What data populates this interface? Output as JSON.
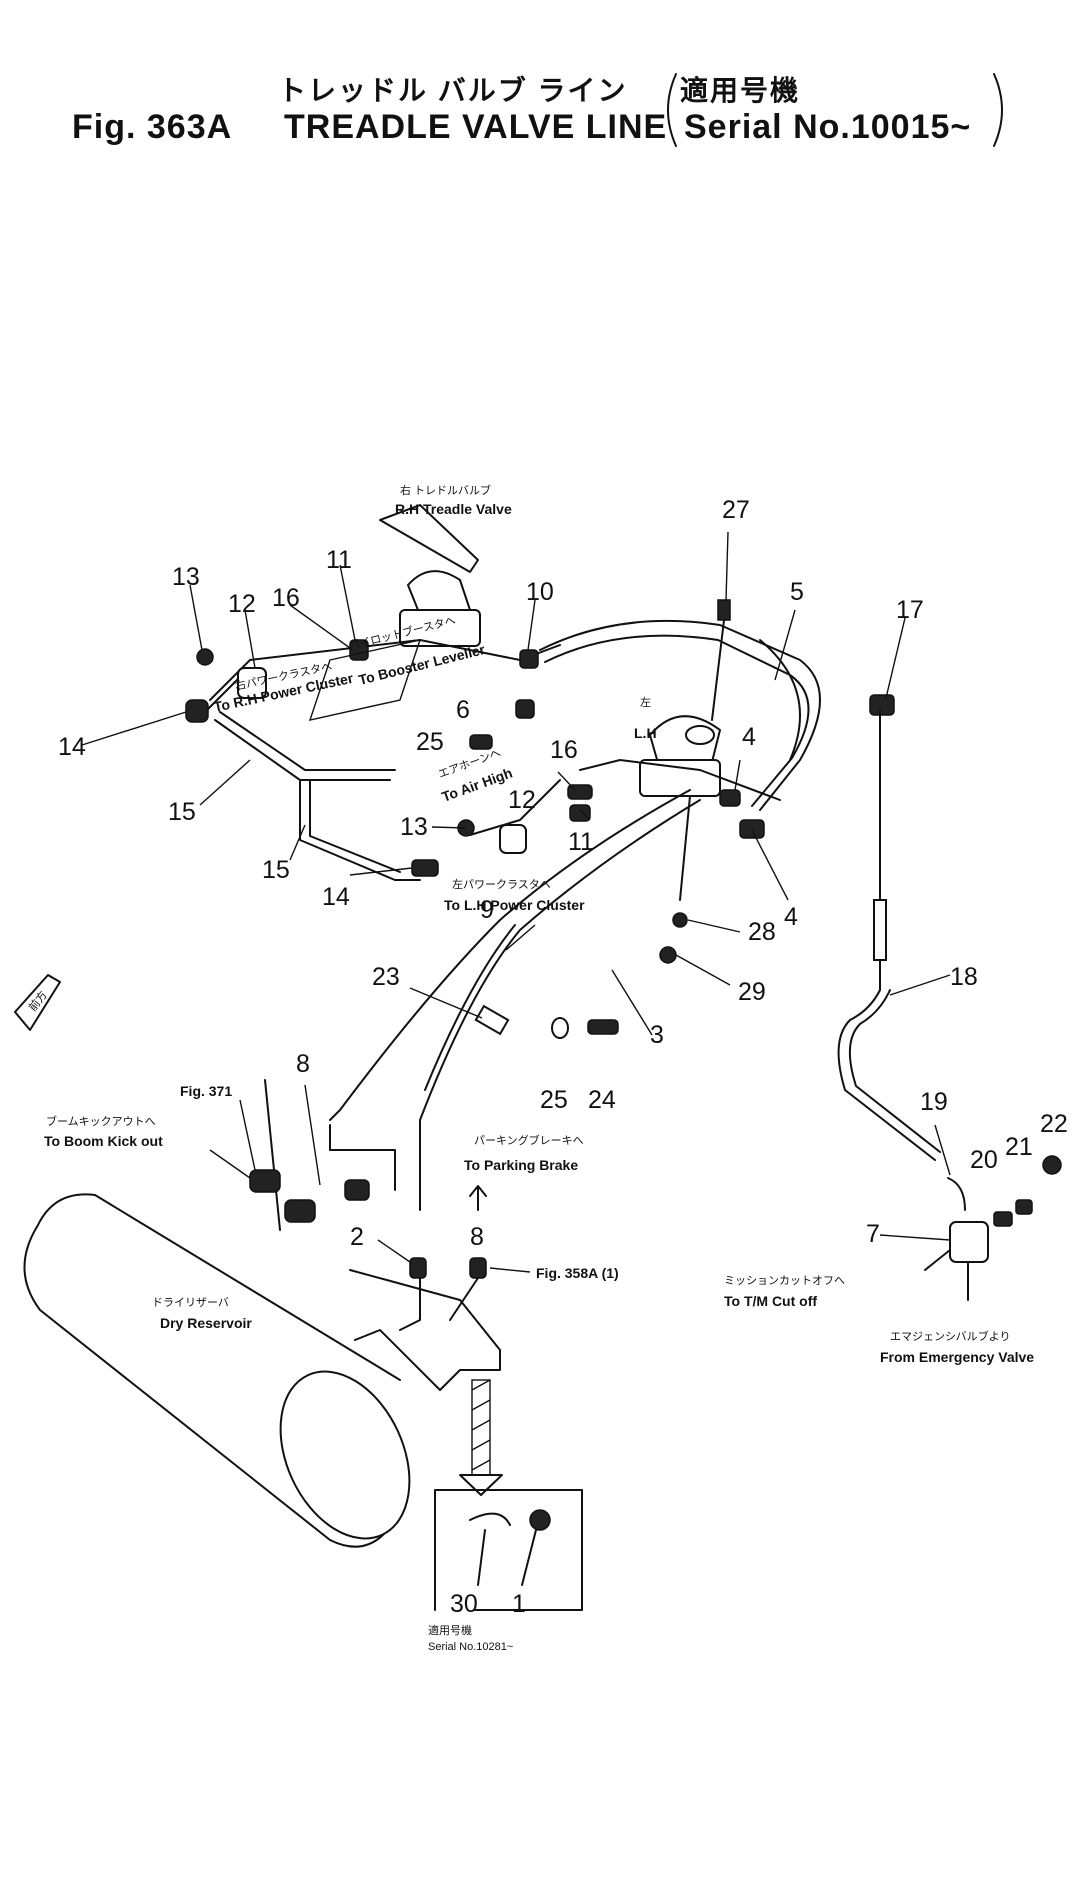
{
  "title": {
    "jp_line": "トレッドル バルブ ライン",
    "jp_serial": "適用号機",
    "fig": "Fig. 363A",
    "en_line": "TREADLE VALVE LINE",
    "serial": "Serial No.10015~"
  },
  "labels": {
    "rh_valve_jp": "右 トレドルバルブ",
    "rh_valve": "R.H Treadle Valve",
    "lh_jp": "左",
    "lh": "L.H",
    "rh_power_cluster_jp": "右パワークラスタへ",
    "rh_power_cluster": "To R.H Power Cluster",
    "booster_leveller_jp": "パイロットブースタへ",
    "booster_leveller": "To Booster Leveller",
    "air_high_jp": "エアホーンへ",
    "air_high": "To Air High",
    "lh_power_cluster_jp": "左パワークラスタへ",
    "lh_power_cluster": "To L.H Power Cluster",
    "fig371": "Fig. 371",
    "boom_kickout_jp": "ブームキックアウトへ",
    "boom_kickout": "To Boom Kick out",
    "parking_brake_jp": "パーキングブレーキへ",
    "parking_brake": "To Parking Brake",
    "fig358": "Fig. 358A (1)",
    "dry_reservoir_jp": "ドライリザーバ",
    "dry_reservoir": "Dry Reservoir",
    "tm_cutoff_jp": "ミッションカットオフへ",
    "tm_cutoff": "To T/M Cut off",
    "emergency_jp": "エマジェンシバルブより",
    "emergency": "From Emergency Valve",
    "front_jp": "前方",
    "inset_jp": "適用号機",
    "inset_serial": "Serial No.10281~"
  },
  "part_numbers": {
    "n1": "1",
    "n2": "2",
    "n3": "3",
    "n4a": "4",
    "n4b": "4",
    "n5": "5",
    "n6": "6",
    "n7": "7",
    "n8a": "8",
    "n8b": "8",
    "n9": "9",
    "n10": "10",
    "n11a": "11",
    "n11b": "11",
    "n12a": "12",
    "n12b": "12",
    "n13a": "13",
    "n13b": "13",
    "n14a": "14",
    "n14b": "14",
    "n15a": "15",
    "n15b": "15",
    "n16a": "16",
    "n16b": "16",
    "n17": "17",
    "n18": "18",
    "n19": "19",
    "n20": "20",
    "n21": "21",
    "n22": "22",
    "n23": "23",
    "n24": "24",
    "n25a": "25",
    "n25b": "25",
    "n27": "27",
    "n28": "28",
    "n29": "29",
    "n30": "30"
  }
}
